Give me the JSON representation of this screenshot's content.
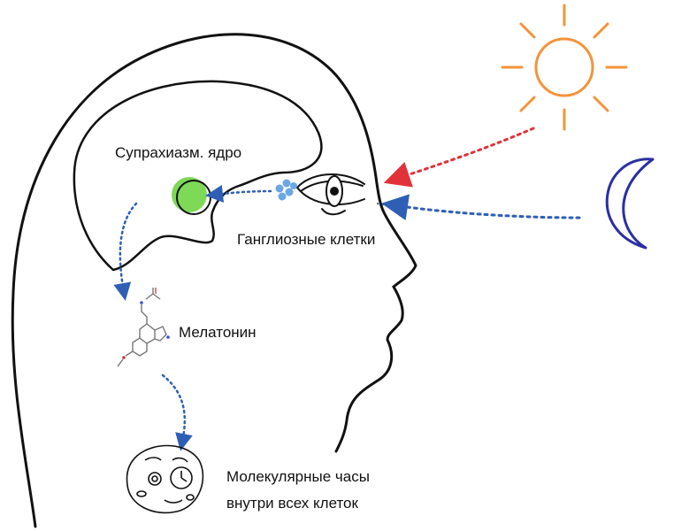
{
  "labels": {
    "scn": "Супрахиазм. ядро",
    "ganglion": "Ганглиозные клетки",
    "melatonin": "Мелатонин",
    "clock_line1": "Молекулярные часы",
    "clock_line2": "внутри всех клеток"
  },
  "colors": {
    "outline": "#111111",
    "sun": "#f4933a",
    "moon": "#2b2fa3",
    "sunlight_arrow": "#e1323a",
    "moonlight_arrow": "#2f5fb5",
    "signal_arrow": "#2f5fb5",
    "scn_fill": "#7ed957",
    "ganglion_cells": "#6aa7e6"
  },
  "icons": [
    "sun-icon",
    "crescent-moon-icon",
    "eye-icon",
    "melatonin-molecule-icon",
    "cell-clock-icon"
  ]
}
